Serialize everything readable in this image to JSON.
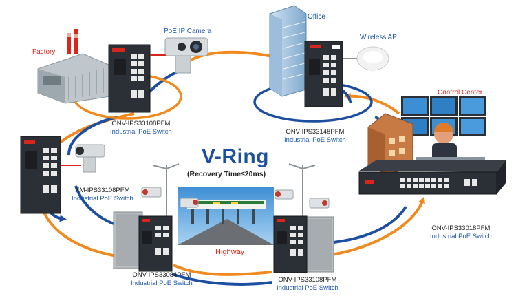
{
  "title": "V-Ring",
  "recovery": "(Recovery Time≤20ms)",
  "colors": {
    "orange": "#f08a1e",
    "blue": "#1d4fa0",
    "red_text": "#d9261c",
    "switch_body": "#2b2f36"
  },
  "sites": {
    "factory": "Factory",
    "poe_camera": "PoE IP Camera",
    "office": "Office",
    "wireless_ap": "Wireless AP",
    "control_center": "Control Center",
    "highway": "Highway"
  },
  "switches": {
    "factory": {
      "model": "ONV-IPS33108PFM",
      "type": "Industrial PoE Switch"
    },
    "office": {
      "model": "ONV-IPS33148PFM",
      "type": "Industrial PoE Switch"
    },
    "left": {
      "model": "XM-IPS33108PFM",
      "type": "Industrial PoE Switch"
    },
    "control": {
      "model": "ONV-IPS33018PFM",
      "type": "Industrial PoE Switch"
    },
    "highway_left": {
      "model": "ONV-IPS33084PFM",
      "type": "Industrial PoE Switch"
    },
    "highway_right": {
      "model": "ONV-IPS33108PFM",
      "type": "Industrial PoE Switch"
    }
  }
}
